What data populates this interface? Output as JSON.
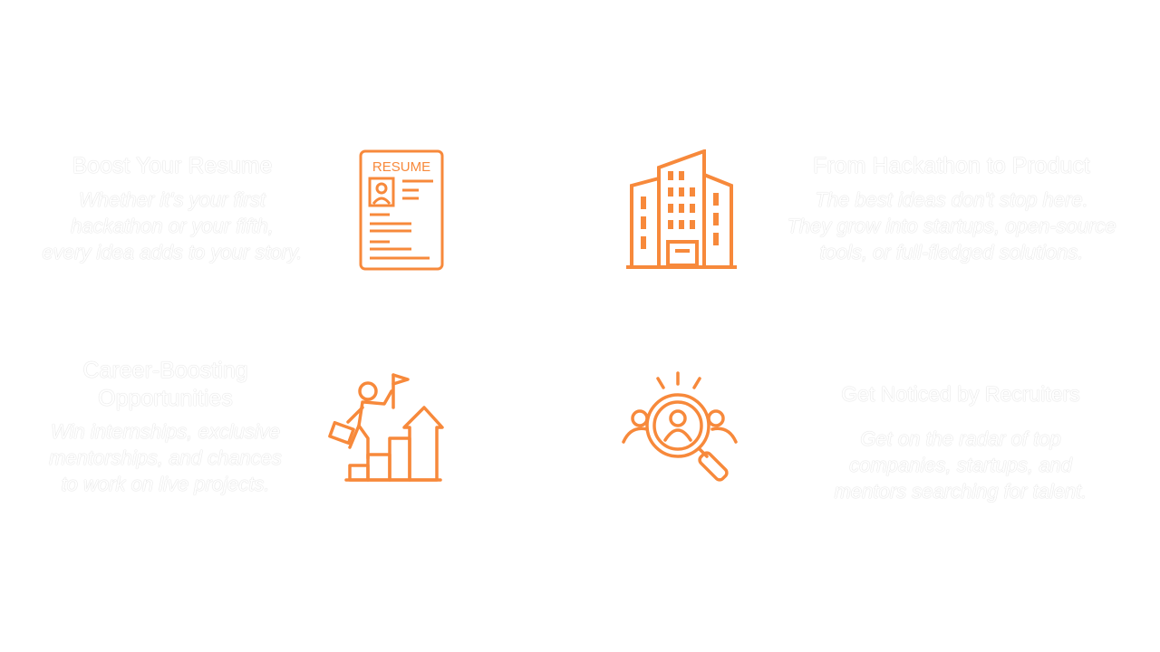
{
  "accent_color": "#F7893B",
  "features": [
    {
      "title": "Boost Your Resume",
      "lines": [
        "Whether it's your first",
        "hackathon or your fifth,",
        "every idea adds to your story."
      ],
      "icon": "resume-icon",
      "icon_text": "RESUME"
    },
    {
      "title": "From Hackathon to Product",
      "lines": [
        "The best ideas don't stop here.",
        "They grow into startups, open-source",
        "tools, or full-fledged solutions."
      ],
      "icon": "buildings-icon"
    },
    {
      "title_lines": [
        "Career-Boosting",
        "Opportunities"
      ],
      "lines": [
        "Win internships, exclusive",
        "mentorships, and chances",
        "to work on live projects."
      ],
      "icon": "career-growth-icon"
    },
    {
      "title": "Get Noticed by Recruiters",
      "lines": [
        "Get on the radar of top",
        "companies, startups, and",
        "mentors searching for talent."
      ],
      "icon": "recruiter-search-icon"
    }
  ]
}
